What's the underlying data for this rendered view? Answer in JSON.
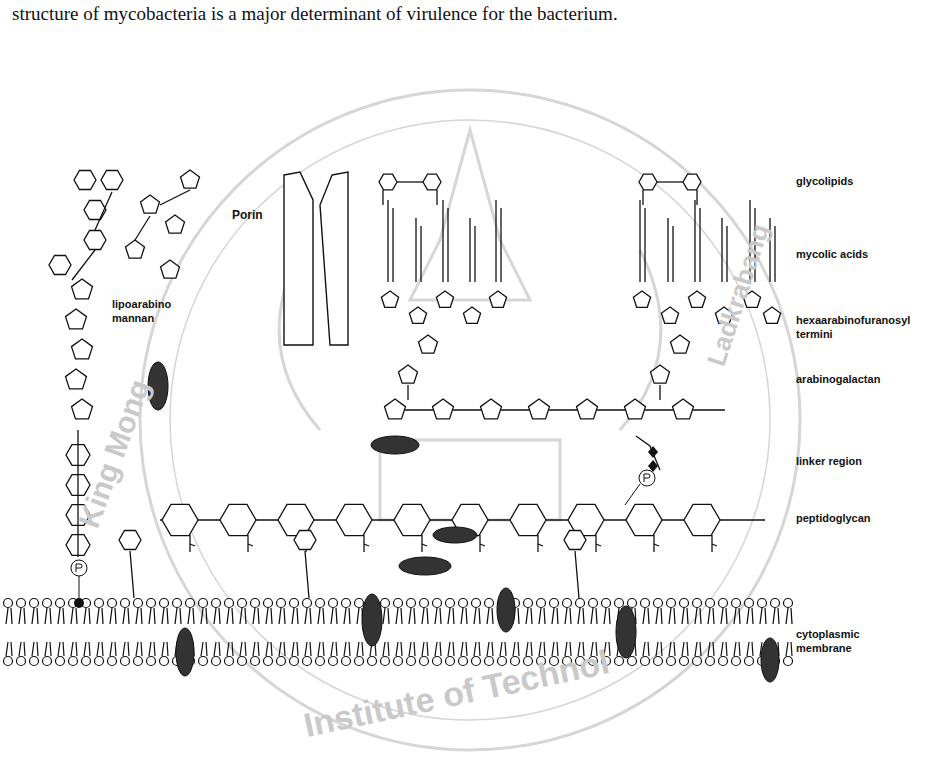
{
  "diagram": {
    "labels": [
      "structure of mycobacteria is a major determinant of virulence for the bacterium.",
      "glycolipids",
      "mycolic acids",
      "hexaarabinofuranosyl termini",
      "arabinogalactan",
      "linker region",
      "peptidoglycan",
      "cytoplasmic membrane",
      "lipoarabino mannan",
      "Porin",
      "King Mong",
      "Institute of Technol",
      "Ladkrabang"
    ]
  }
}
